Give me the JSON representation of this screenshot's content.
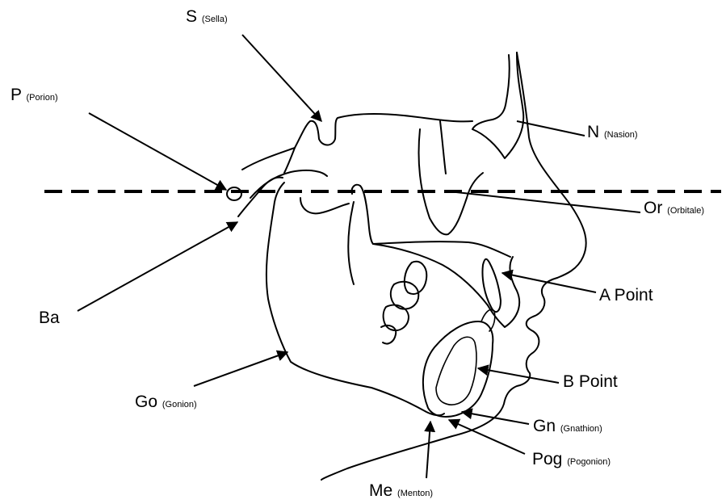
{
  "landmarks": {
    "sella": {
      "abbr": "S",
      "name": "(Sella)"
    },
    "porion": {
      "abbr": "P",
      "name": "(Porion)"
    },
    "nasion": {
      "abbr": "N",
      "name": "(Nasion)"
    },
    "orbitale": {
      "abbr": "Or",
      "name": "(Orbitale)"
    },
    "basion": {
      "abbr": "Ba"
    },
    "a_point": {
      "abbr": "A Point"
    },
    "b_point": {
      "abbr": "B Point"
    },
    "gonion": {
      "abbr": "Go",
      "name": "(Gonion)"
    },
    "gnathion": {
      "abbr": "Gn",
      "name": "(Gnathion)"
    },
    "pogonion": {
      "abbr": "Pog",
      "name": "(Pogonion)"
    },
    "menton": {
      "abbr": "Me",
      "name": "(Menton)"
    }
  }
}
